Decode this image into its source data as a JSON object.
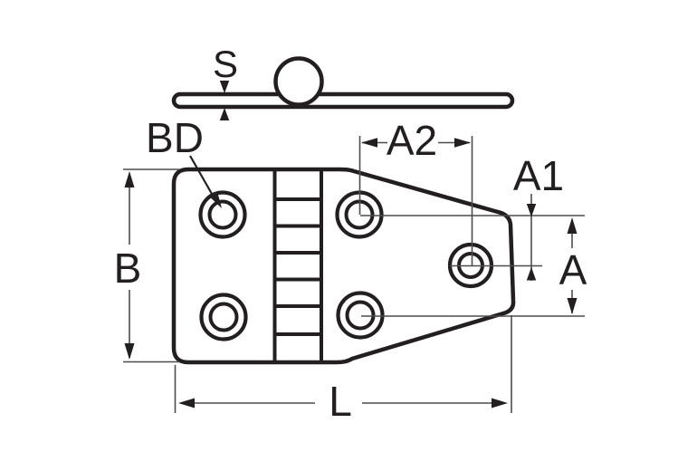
{
  "diagram": {
    "kind": "hinge technical drawing, side view and top view",
    "background_color": "#ffffff",
    "outline_color": "#231f20",
    "dimension_line_color": "#4d4d4d",
    "labels": {
      "s": "S",
      "bd": "BD",
      "a2": "A2",
      "a1": "A1",
      "b": "B",
      "a": "A",
      "l": "L"
    }
  }
}
